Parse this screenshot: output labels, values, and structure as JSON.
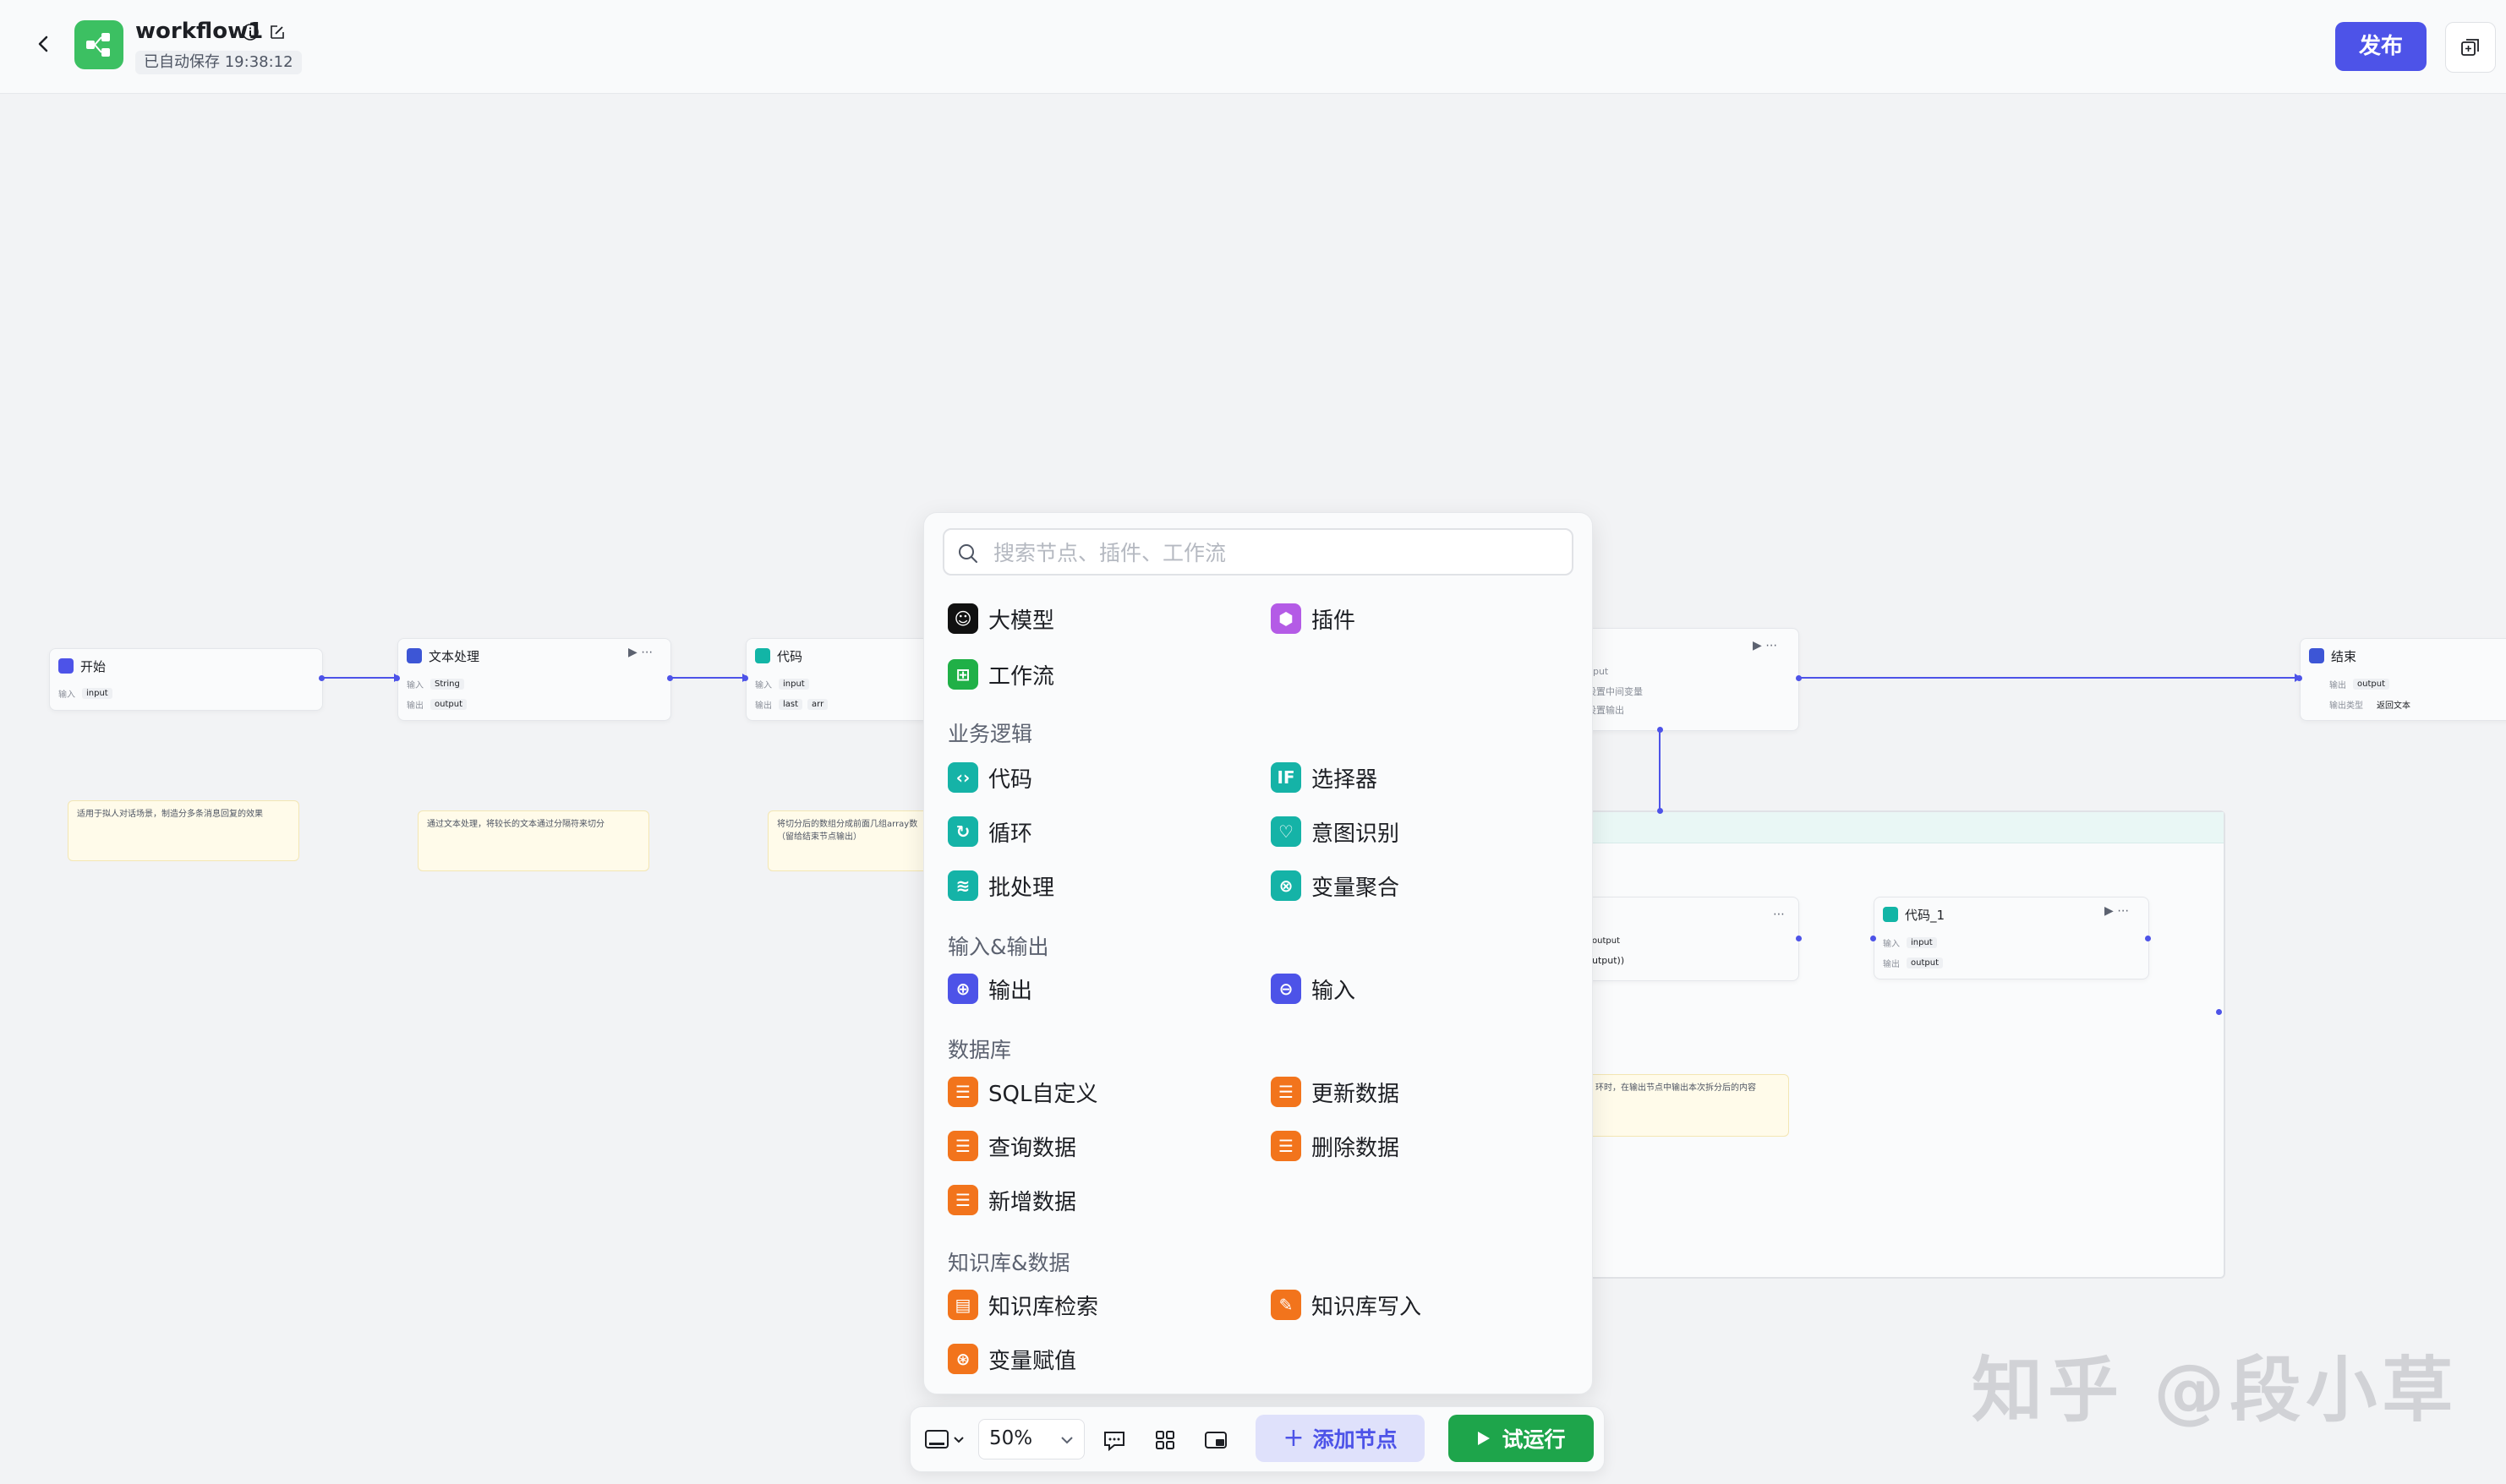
{
  "header": {
    "title": "workflow1",
    "saved_status": "已自动保存 19:38:12",
    "publish_label": "发布"
  },
  "canvas": {
    "nodes": {
      "start": {
        "title": "开始",
        "input_label": "输入",
        "input_var": "input"
      },
      "text": {
        "title": "文本处理",
        "in_label": "输入",
        "in_var": "String",
        "out_label": "输出",
        "out_var": "output"
      },
      "code": {
        "title": "代码",
        "in_label": "输入",
        "in_var": "input",
        "out_label": "输出",
        "out_var1": "last",
        "out_var2": "arr"
      },
      "loop": {
        "line1": "nput",
        "line2": "设置中间变量",
        "line3": "设置输出"
      },
      "end": {
        "title": "结束",
        "out_label": "输出",
        "out_var": "output",
        "type_label": "输出类型",
        "type_value": "返回文本"
      },
      "inner": {
        "line1": "output",
        "line2": "utput))"
      },
      "code1": {
        "title": "代码_1",
        "in_label": "输入",
        "in_var": "input",
        "out_label": "输出",
        "out_var": "output"
      }
    },
    "notes": {
      "note1": "适用于拟人对话场景，制造分多条消息回复的效果",
      "note2": "通过文本处理，将较长的文本通过分隔符来切分",
      "note3": "将切分后的数组分成前面几组array数\n（留给结束节点输出）",
      "note4": "环时，在输出节点中输出本次拆分后的内容"
    }
  },
  "add_node_panel": {
    "search_placeholder": "搜索节点、插件、工作流",
    "top_items": [
      {
        "label": "大模型",
        "icon": "llm-icon"
      },
      {
        "label": "插件",
        "icon": "plugin-cube-icon"
      },
      {
        "label": "工作流",
        "icon": "workflow-icon"
      }
    ],
    "sections": [
      {
        "title": "业务逻辑",
        "items": [
          {
            "label": "代码",
            "icon": "code-icon"
          },
          {
            "label": "选择器",
            "icon": "if-selector-icon"
          },
          {
            "label": "循环",
            "icon": "loop-icon"
          },
          {
            "label": "意图识别",
            "icon": "intent-icon"
          },
          {
            "label": "批处理",
            "icon": "batch-layers-icon"
          },
          {
            "label": "变量聚合",
            "icon": "variable-merge-icon"
          }
        ]
      },
      {
        "title": "输入&输出",
        "items": [
          {
            "label": "输出",
            "icon": "output-icon"
          },
          {
            "label": "输入",
            "icon": "input-icon"
          }
        ]
      },
      {
        "title": "数据库",
        "items": [
          {
            "label": "SQL自定义",
            "icon": "sql-db-icon"
          },
          {
            "label": "更新数据",
            "icon": "update-db-icon"
          },
          {
            "label": "查询数据",
            "icon": "query-db-icon"
          },
          {
            "label": "删除数据",
            "icon": "delete-db-icon"
          },
          {
            "label": "新增数据",
            "icon": "insert-db-icon"
          }
        ]
      },
      {
        "title": "知识库&数据",
        "items": [
          {
            "label": "知识库检索",
            "icon": "knowledge-search-icon"
          },
          {
            "label": "知识库写入",
            "icon": "knowledge-write-icon"
          },
          {
            "label": "变量赋值",
            "icon": "variable-assign-icon"
          }
        ]
      }
    ],
    "colors": {
      "ai": "#111111",
      "plugin": "#b45be6",
      "workflow": "#20b047",
      "logic": "#15b3a7",
      "io": "#4d53e8",
      "database": "#f2741c"
    }
  },
  "toolbar": {
    "zoom": "50%",
    "add_node_label": "添加节点",
    "run_label": "试运行"
  },
  "watermark": "知乎 @段小草",
  "colors": {
    "accent": "#4d53e8",
    "run": "#1ea54b"
  }
}
